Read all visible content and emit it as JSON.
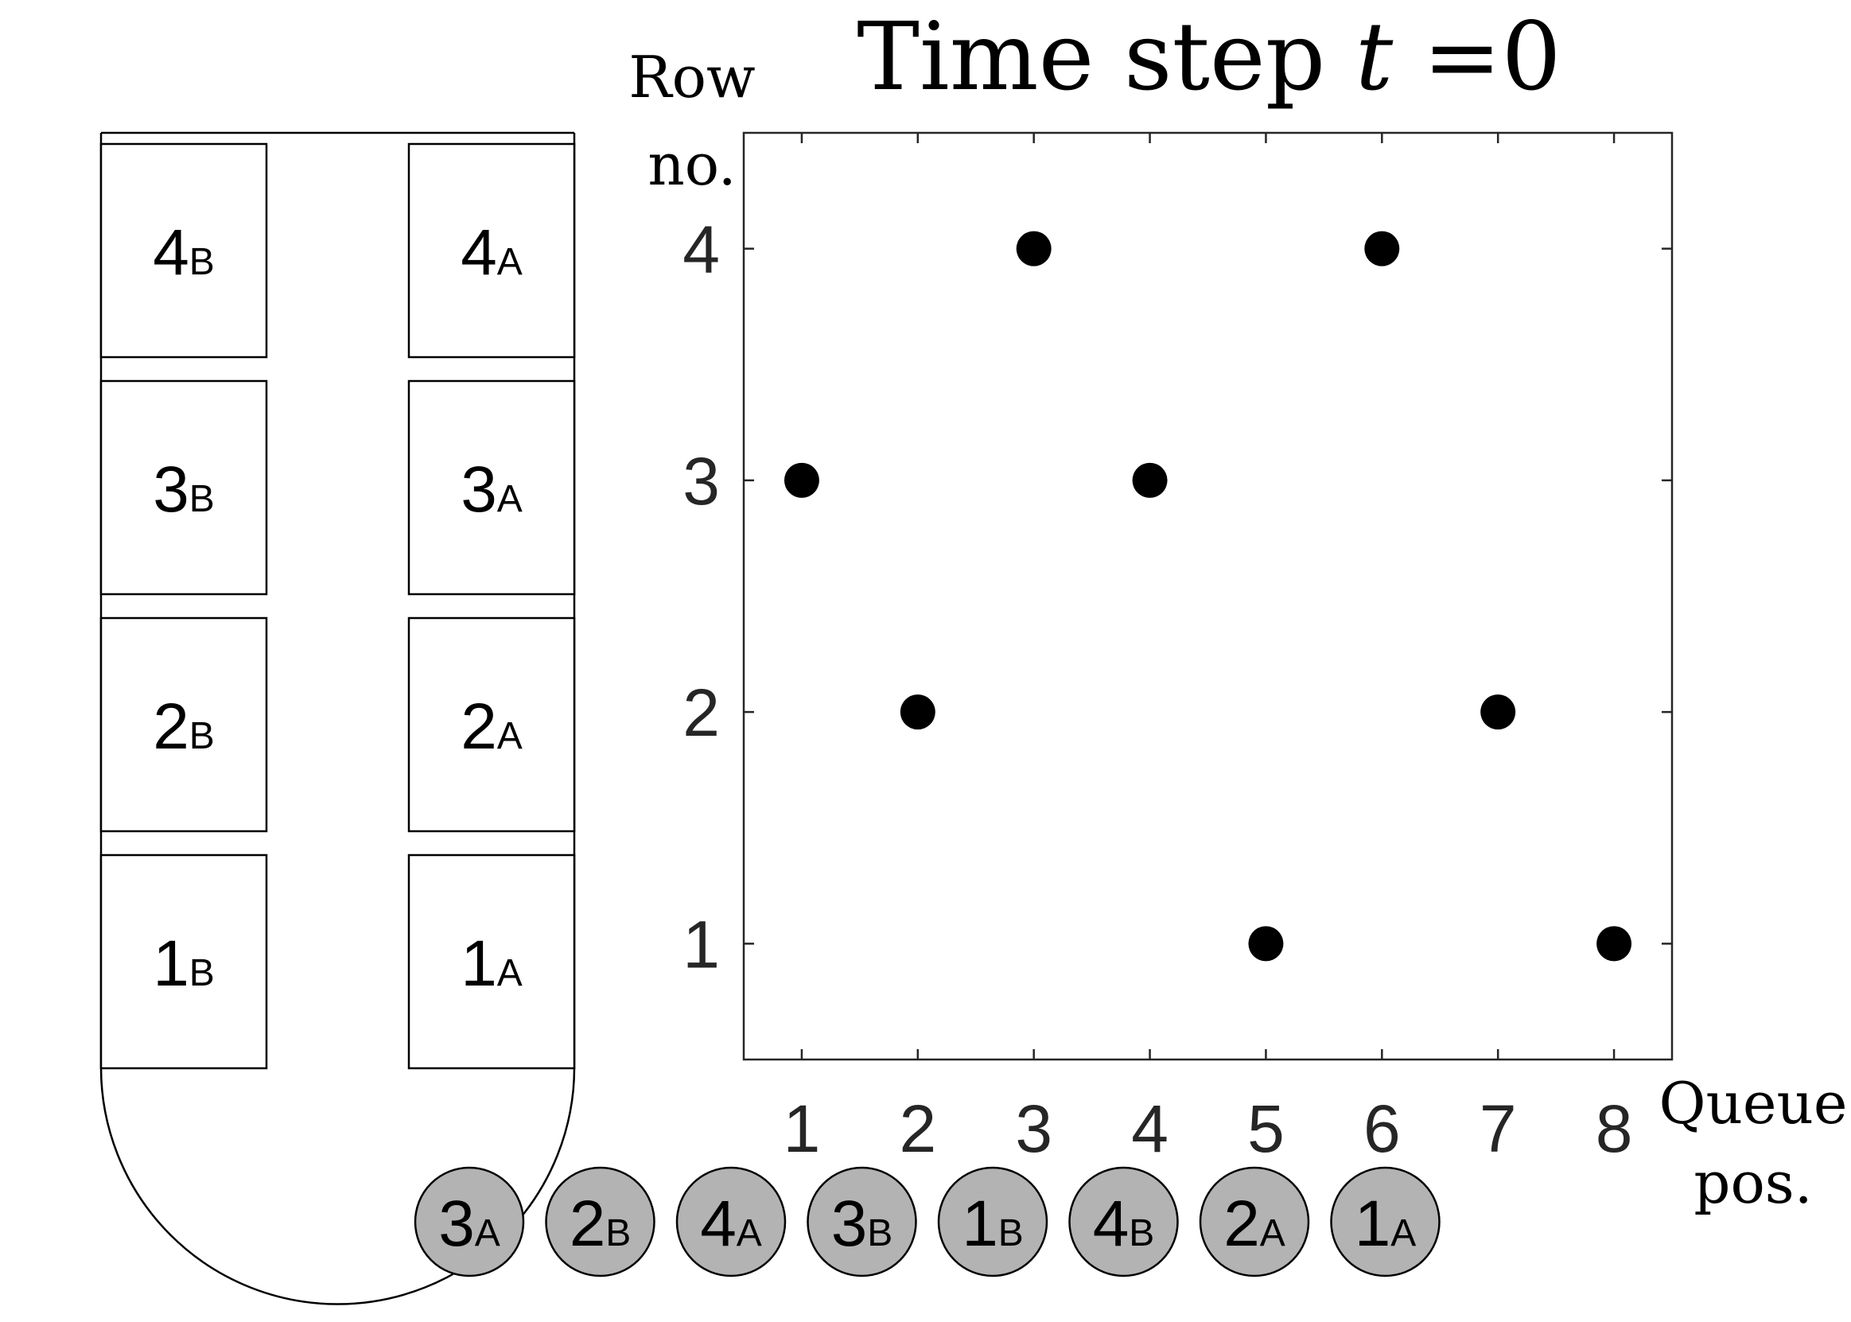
{
  "title": {
    "prefix": "Time step ",
    "var": "t",
    "eq": " =",
    "value": "0"
  },
  "y_axis_label": {
    "line1": "Row",
    "line2": "no."
  },
  "x_axis_label": {
    "line1": "Queue",
    "line2": "pos."
  },
  "cabin": {
    "seats": [
      {
        "row": "4",
        "side": "B",
        "column": "left"
      },
      {
        "row": "4",
        "side": "A",
        "column": "right"
      },
      {
        "row": "3",
        "side": "B",
        "column": "left"
      },
      {
        "row": "3",
        "side": "A",
        "column": "right"
      },
      {
        "row": "2",
        "side": "B",
        "column": "left"
      },
      {
        "row": "2",
        "side": "A",
        "column": "right"
      },
      {
        "row": "1",
        "side": "B",
        "column": "left"
      },
      {
        "row": "1",
        "side": "A",
        "column": "right"
      }
    ]
  },
  "queue": [
    {
      "row": "3",
      "side": "A"
    },
    {
      "row": "2",
      "side": "B"
    },
    {
      "row": "4",
      "side": "A"
    },
    {
      "row": "3",
      "side": "B"
    },
    {
      "row": "1",
      "side": "B"
    },
    {
      "row": "4",
      "side": "B"
    },
    {
      "row": "2",
      "side": "A"
    },
    {
      "row": "1",
      "side": "A"
    }
  ],
  "chart_data": {
    "type": "scatter",
    "x_ticks": [
      "1",
      "2",
      "3",
      "4",
      "5",
      "6",
      "7",
      "8"
    ],
    "y_ticks": [
      "1",
      "2",
      "3",
      "4"
    ],
    "xlim": [
      0.5,
      8.5
    ],
    "ylim": [
      0.5,
      4.5
    ],
    "points": [
      {
        "x": 1,
        "y": 3
      },
      {
        "x": 2,
        "y": 2
      },
      {
        "x": 3,
        "y": 4
      },
      {
        "x": 4,
        "y": 3
      },
      {
        "x": 5,
        "y": 1
      },
      {
        "x": 6,
        "y": 4
      },
      {
        "x": 7,
        "y": 2
      },
      {
        "x": 8,
        "y": 1
      }
    ],
    "grid": false
  },
  "colors": {
    "marker": "#000000",
    "queue_fill": "#b3b3b3",
    "stroke": "#000000",
    "tick_text": "#262626"
  }
}
